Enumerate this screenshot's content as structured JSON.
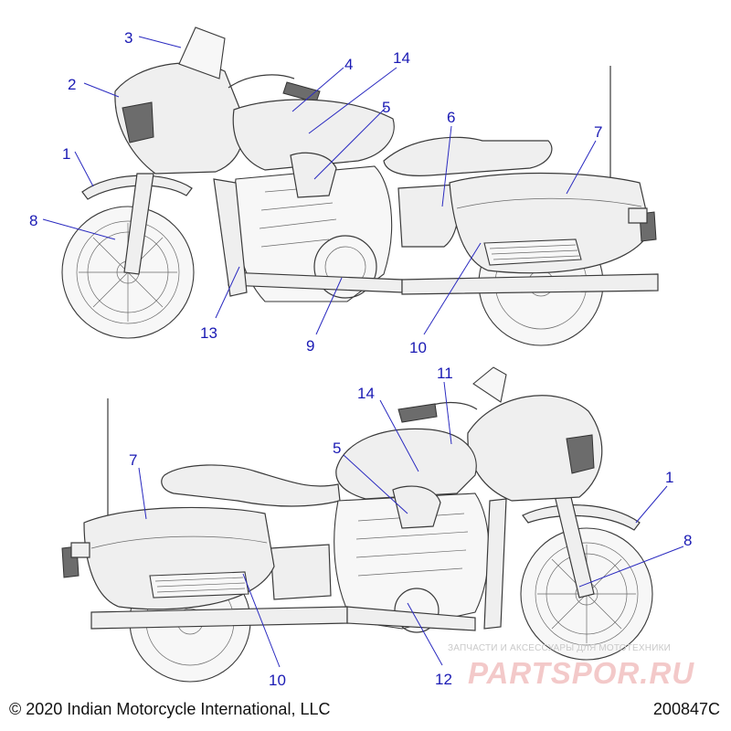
{
  "callouts": {
    "top": [
      "3",
      "2",
      "1",
      "8",
      "4",
      "14",
      "5",
      "6",
      "7",
      "13",
      "9",
      "10"
    ],
    "bottom": [
      "14",
      "11",
      "5",
      "7",
      "1",
      "8",
      "10",
      "12"
    ]
  },
  "footer": {
    "copyright": "© 2020 Indian Motorcycle International, LLC",
    "part_number": "200847C"
  },
  "watermark": {
    "line1": "ЗАПЧАСТИ И АКСЕССУАРЫ ДЛЯ МОТОТЕХНИКИ",
    "logo": "PARTSPOR.RU"
  },
  "colors": {
    "callout": "#1a1ab4",
    "line_art": "#3a3a3a",
    "watermark": "#f3c9c9"
  }
}
